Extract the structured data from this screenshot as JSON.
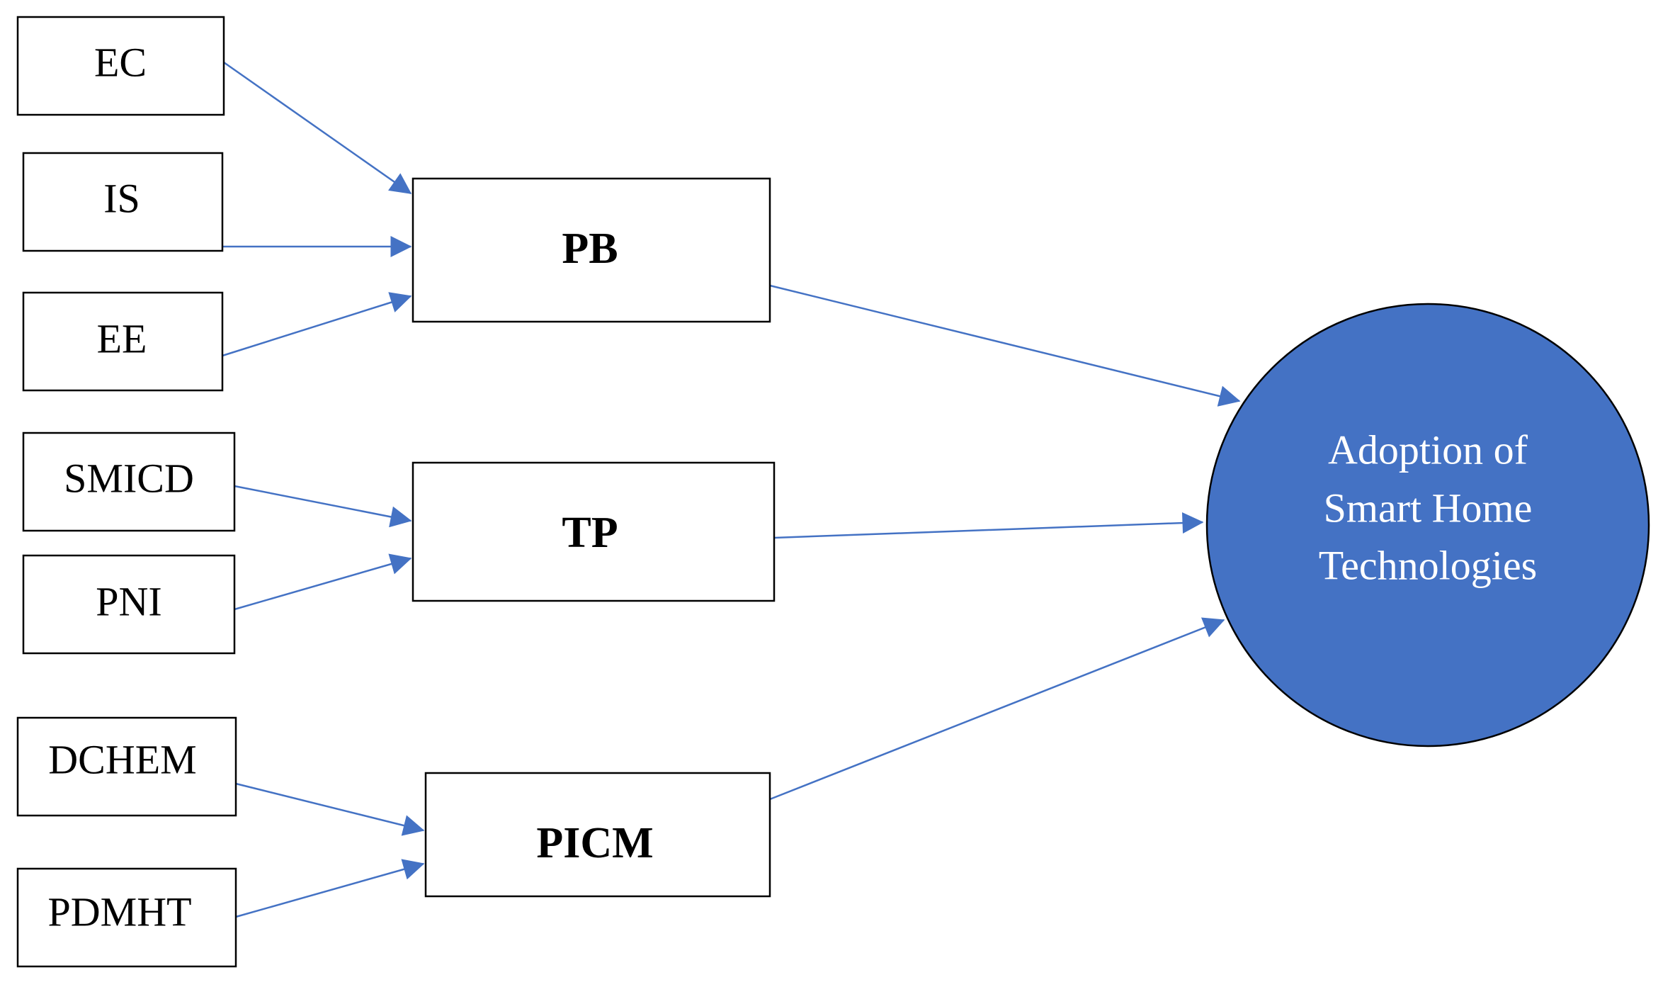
{
  "colors": {
    "arrow": "#4472c4",
    "outcome_fill": "#4472c4",
    "outcome_stroke": "#000000",
    "box_stroke": "#000000"
  },
  "antecedents": [
    {
      "id": "ec",
      "label": "EC"
    },
    {
      "id": "is",
      "label": "IS"
    },
    {
      "id": "ee",
      "label": "EE"
    },
    {
      "id": "smicd",
      "label": "SMICD"
    },
    {
      "id": "pni",
      "label": "PNI"
    },
    {
      "id": "dchem",
      "label": "DCHEM"
    },
    {
      "id": "pdmht",
      "label": "PDMHT"
    }
  ],
  "mediators": [
    {
      "id": "pb",
      "label": "PB"
    },
    {
      "id": "tp",
      "label": "TP"
    },
    {
      "id": "picm",
      "label": "PICM"
    }
  ],
  "outcome": {
    "lines": [
      "Adoption of",
      "Smart Home",
      "Technologies"
    ]
  },
  "paths": [
    {
      "from": "EC",
      "to": "PB"
    },
    {
      "from": "IS",
      "to": "PB"
    },
    {
      "from": "EE",
      "to": "PB"
    },
    {
      "from": "SMICD",
      "to": "TP"
    },
    {
      "from": "PNI",
      "to": "TP"
    },
    {
      "from": "DCHEM",
      "to": "PICM"
    },
    {
      "from": "PDMHT",
      "to": "PICM"
    },
    {
      "from": "PB",
      "to": "Adoption of Smart Home Technologies"
    },
    {
      "from": "TP",
      "to": "Adoption of Smart Home Technologies"
    },
    {
      "from": "PICM",
      "to": "Adoption of Smart Home Technologies"
    }
  ]
}
